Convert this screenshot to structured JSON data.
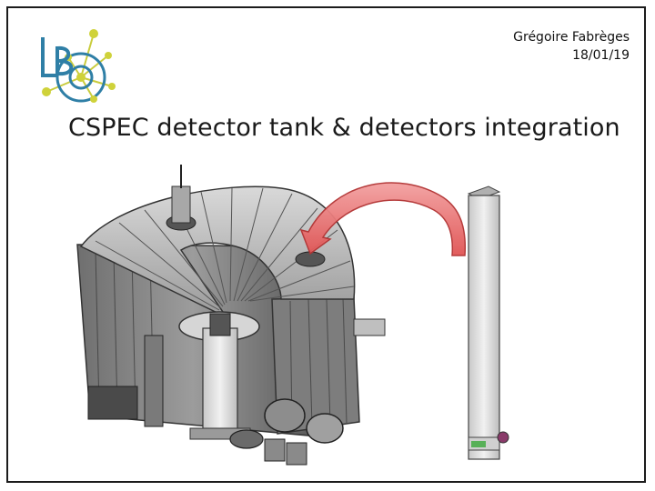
{
  "slide": {
    "author": "Grégoire Fabrèges",
    "date": "18/01/19",
    "title": "CSPEC detector tank & detectors integration"
  },
  "logo": {
    "letters": "LB",
    "accent_colors": [
      "#cfd23a",
      "#2f7fa6"
    ]
  },
  "illustration": {
    "subject": "detector tank cutaway with installation arrow",
    "arrow_color": "#e06060"
  }
}
